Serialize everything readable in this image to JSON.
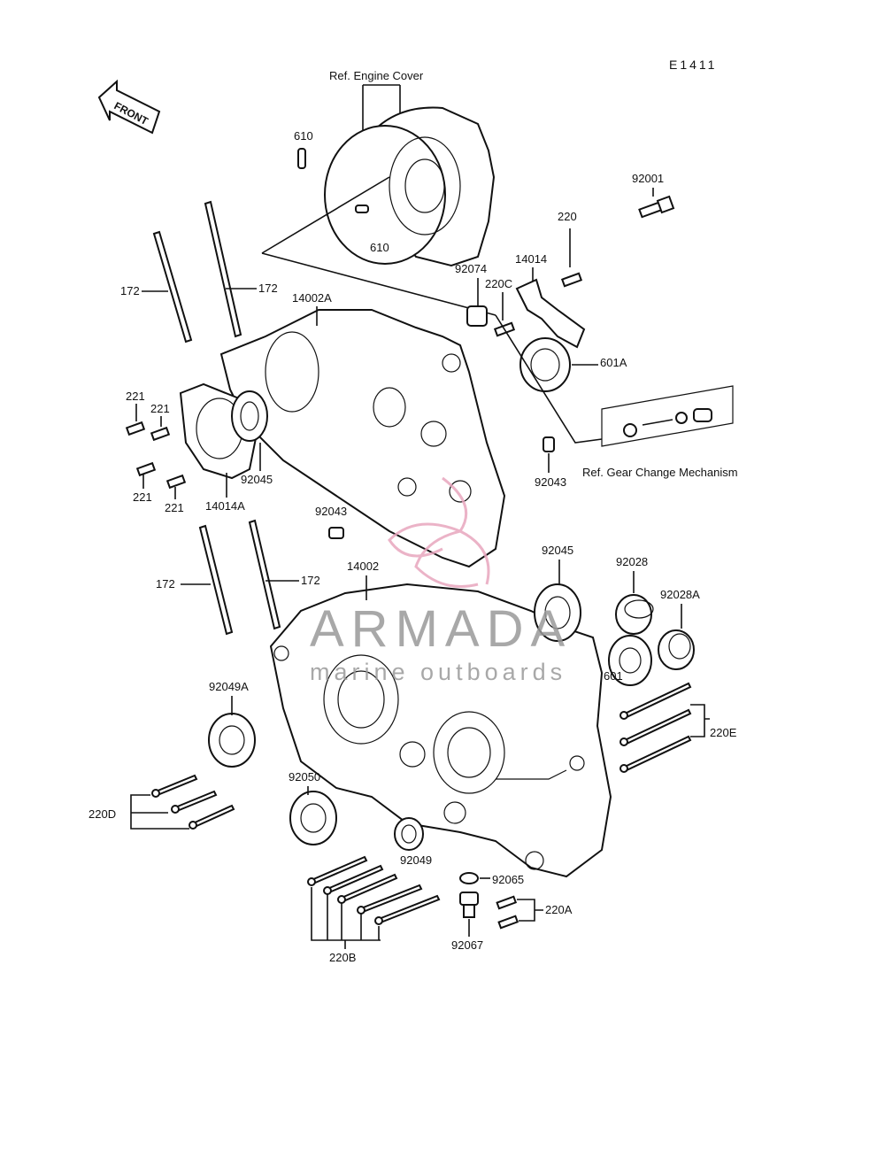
{
  "diagram_code": "E1411",
  "front_arrow_label": "FRONT",
  "ref_notes": {
    "engine_cover": "Ref. Engine Cover",
    "gear_change": "Ref.  Gear Change Mechanism"
  },
  "part_labels": {
    "p610_top": "610",
    "p610_mid": "610",
    "p92001": "92001",
    "p220": "220",
    "p14014": "14014",
    "p92074": "92074",
    "p220C": "220C",
    "p172_a": "172",
    "p172_b": "172",
    "p14002A": "14002A",
    "p601A": "601A",
    "p221_a": "221",
    "p221_b": "221",
    "p221_c": "221",
    "p221_d": "221",
    "p14014A": "14014A",
    "p92045_a": "92045",
    "p92043_a": "92043",
    "p92043_b": "92043",
    "p172_c": "172",
    "p172_d": "172",
    "p14002": "14002",
    "p92045_b": "92045",
    "p92028": "92028",
    "p92028A": "92028A",
    "p601": "601",
    "p220E": "220E",
    "p92049A": "92049A",
    "p92050": "92050",
    "p220D": "220D",
    "p92049": "92049",
    "p92065": "92065",
    "p220A": "220A",
    "p220B": "220B",
    "p92067": "92067"
  },
  "watermark": {
    "brand": "ARMADA",
    "tagline": "marine outboards"
  },
  "colors": {
    "line": "#111111",
    "watermark_logo": "#e8a6be",
    "watermark_text": "#9a9a9a"
  }
}
